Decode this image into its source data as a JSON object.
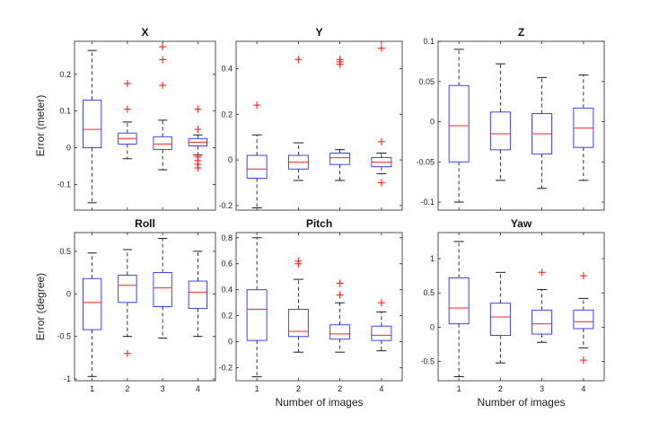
{
  "chart_data": [
    {
      "type": "box",
      "title": "X",
      "ylabel": "Error (meter)",
      "xlabel": "",
      "categories": [
        "",
        "",
        "",
        ""
      ],
      "ylim": [
        -0.17,
        0.29
      ],
      "yticks": [
        -0.1,
        0,
        0.1,
        0.2
      ],
      "ytick_labels": [
        "-0.1",
        "0",
        "0.1",
        "0.2"
      ],
      "boxes": [
        {
          "whisker_low": -0.15,
          "q1": 0.0,
          "median": 0.05,
          "q3": 0.13,
          "whisker_high": 0.265,
          "outliers": []
        },
        {
          "whisker_low": -0.03,
          "q1": 0.01,
          "median": 0.025,
          "q3": 0.04,
          "whisker_high": 0.07,
          "outliers": [
            0.105,
            0.175
          ]
        },
        {
          "whisker_low": -0.06,
          "q1": -0.005,
          "median": 0.01,
          "q3": 0.03,
          "whisker_high": 0.075,
          "outliers": [
            0.17,
            0.24,
            0.275
          ]
        },
        {
          "whisker_low": -0.02,
          "q1": 0.005,
          "median": 0.015,
          "q3": 0.025,
          "whisker_high": 0.035,
          "outliers": [
            -0.055,
            -0.045,
            -0.035,
            -0.025,
            0.05,
            0.105
          ]
        }
      ]
    },
    {
      "type": "box",
      "title": "Y",
      "ylabel": "",
      "xlabel": "",
      "categories": [
        "",
        "",
        "",
        ""
      ],
      "ylim": [
        -0.22,
        0.52
      ],
      "yticks": [
        -0.2,
        0,
        0.2,
        0.4
      ],
      "ytick_labels": [
        "-0.2",
        "0",
        "0.2",
        "0.4"
      ],
      "boxes": [
        {
          "whisker_low": -0.21,
          "q1": -0.08,
          "median": -0.04,
          "q3": 0.02,
          "whisker_high": 0.11,
          "outliers": [
            0.24
          ]
        },
        {
          "whisker_low": -0.09,
          "q1": -0.04,
          "median": -0.01,
          "q3": 0.02,
          "whisker_high": 0.075,
          "outliers": [
            0.44
          ]
        },
        {
          "whisker_low": -0.09,
          "q1": -0.02,
          "median": 0.01,
          "q3": 0.03,
          "whisker_high": 0.045,
          "outliers": [
            0.42,
            0.43,
            0.44
          ]
        },
        {
          "whisker_low": -0.06,
          "q1": -0.03,
          "median": -0.01,
          "q3": 0.01,
          "whisker_high": 0.03,
          "outliers": [
            -0.1,
            0.08,
            0.49
          ]
        }
      ]
    },
    {
      "type": "box",
      "title": "Z",
      "ylabel": "",
      "xlabel": "",
      "categories": [
        "",
        "",
        "",
        ""
      ],
      "ylim": [
        -0.11,
        0.1
      ],
      "yticks": [
        -0.1,
        -0.05,
        0,
        0.05,
        0.1
      ],
      "ytick_labels": [
        "-0.1",
        "-0.05",
        "0",
        "0.05",
        "0.1"
      ],
      "boxes": [
        {
          "whisker_low": -0.1,
          "q1": -0.05,
          "median": -0.005,
          "q3": 0.045,
          "whisker_high": 0.09,
          "outliers": []
        },
        {
          "whisker_low": -0.073,
          "q1": -0.035,
          "median": -0.015,
          "q3": 0.012,
          "whisker_high": 0.072,
          "outliers": []
        },
        {
          "whisker_low": -0.083,
          "q1": -0.04,
          "median": -0.015,
          "q3": 0.01,
          "whisker_high": 0.055,
          "outliers": []
        },
        {
          "whisker_low": -0.073,
          "q1": -0.032,
          "median": -0.008,
          "q3": 0.017,
          "whisker_high": 0.058,
          "outliers": []
        }
      ]
    },
    {
      "type": "box",
      "title": "Roll",
      "ylabel": "Error (degree)",
      "xlabel": "",
      "categories": [
        "1",
        "2",
        "3",
        "4"
      ],
      "ylim": [
        -1.02,
        0.72
      ],
      "yticks": [
        -1,
        -0.5,
        0,
        0.5
      ],
      "ytick_labels": [
        "-1",
        "-0.5",
        "0",
        "0.5"
      ],
      "boxes": [
        {
          "whisker_low": -0.97,
          "q1": -0.42,
          "median": -0.1,
          "q3": 0.18,
          "whisker_high": 0.48,
          "outliers": []
        },
        {
          "whisker_low": -0.5,
          "q1": -0.1,
          "median": 0.1,
          "q3": 0.22,
          "whisker_high": 0.52,
          "outliers": [
            -0.7
          ]
        },
        {
          "whisker_low": -0.52,
          "q1": -0.15,
          "median": 0.07,
          "q3": 0.25,
          "whisker_high": 0.65,
          "outliers": []
        },
        {
          "whisker_low": -0.5,
          "q1": -0.17,
          "median": 0.02,
          "q3": 0.15,
          "whisker_high": 0.5,
          "outliers": []
        }
      ]
    },
    {
      "type": "box",
      "title": "Pitch",
      "ylabel": "",
      "xlabel": "Number of images",
      "categories": [
        "1",
        "2",
        "2",
        "4"
      ],
      "ylim": [
        -0.3,
        0.84
      ],
      "yticks": [
        -0.2,
        0,
        0.2,
        0.4,
        0.6,
        0.8
      ],
      "ytick_labels": [
        "-0.2",
        "0",
        "0.2",
        "0.4",
        "0.6",
        "0.8"
      ],
      "boxes": [
        {
          "whisker_low": -0.27,
          "q1": 0.01,
          "median": 0.25,
          "q3": 0.4,
          "whisker_high": 0.8,
          "outliers": []
        },
        {
          "whisker_low": -0.08,
          "q1": 0.04,
          "median": 0.08,
          "q3": 0.25,
          "whisker_high": 0.48,
          "outliers": [
            0.6,
            0.62
          ]
        },
        {
          "whisker_low": -0.08,
          "q1": 0.02,
          "median": 0.06,
          "q3": 0.13,
          "whisker_high": 0.3,
          "outliers": [
            0.36,
            0.45
          ]
        },
        {
          "whisker_low": -0.07,
          "q1": 0.01,
          "median": 0.05,
          "q3": 0.12,
          "whisker_high": 0.23,
          "outliers": [
            0.3
          ]
        }
      ]
    },
    {
      "type": "box",
      "title": "Yaw",
      "ylabel": "",
      "xlabel": "Number of images",
      "categories": [
        "1",
        "2",
        "3",
        "4"
      ],
      "ylim": [
        -0.78,
        1.38
      ],
      "yticks": [
        -0.5,
        0,
        0.5,
        1
      ],
      "ytick_labels": [
        "-0.5",
        "0",
        "0.5",
        "1"
      ],
      "boxes": [
        {
          "whisker_low": -0.72,
          "q1": 0.05,
          "median": 0.28,
          "q3": 0.72,
          "whisker_high": 1.25,
          "outliers": []
        },
        {
          "whisker_low": -0.52,
          "q1": -0.12,
          "median": 0.15,
          "q3": 0.35,
          "whisker_high": 0.8,
          "outliers": []
        },
        {
          "whisker_low": -0.22,
          "q1": -0.1,
          "median": 0.05,
          "q3": 0.25,
          "whisker_high": 0.55,
          "outliers": [
            0.8
          ]
        },
        {
          "whisker_low": -0.3,
          "q1": -0.02,
          "median": 0.08,
          "q3": 0.25,
          "whisker_high": 0.42,
          "outliers": [
            -0.48,
            0.75
          ]
        }
      ]
    }
  ],
  "colors": {
    "box": "#2b2bff",
    "median": "#ff2020",
    "outlier": "#ff2020",
    "whisker": "#000000",
    "axes": "#222222"
  }
}
